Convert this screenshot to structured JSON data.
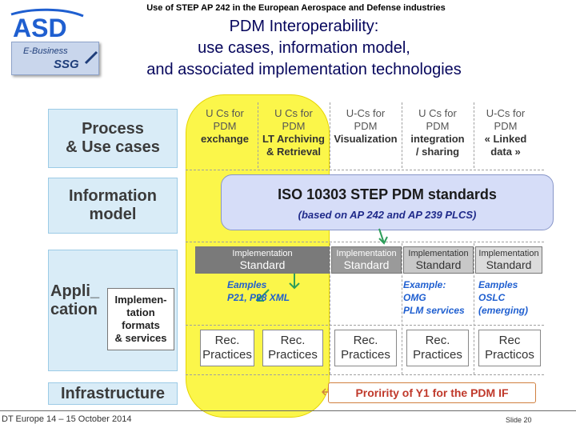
{
  "header": {
    "top_line": "Use of STEP AP 242 in the European Aerospace and Defense industries",
    "title_lines": [
      "PDM Interoperability:",
      "use cases, information model,",
      "and associated implementation technologies"
    ]
  },
  "logo": {
    "asd": "ASD",
    "ebusiness": "E-Business",
    "ssg": "SSG"
  },
  "rows": {
    "process": "Process\n& Use cases",
    "information": "Information\nmodel",
    "application": "Appli_\ncation",
    "infrastructure": "Infrastructure"
  },
  "columns": [
    {
      "line1": "U Cs  for",
      "line2": "PDM",
      "line3": "exchange",
      "line4": ""
    },
    {
      "line1": "U Cs  for",
      "line2": "PDM",
      "line3": "LT Archiving",
      "line4": "& Retrieval"
    },
    {
      "line1": "U-Cs  for",
      "line2": "PDM",
      "line3": "Visualization",
      "line4": ""
    },
    {
      "line1": "U Cs  for",
      "line2": "PDM",
      "line3": "integration",
      "line4": "/ sharing"
    },
    {
      "line1": "U-Cs  for",
      "line2": "PDM",
      "line3": "« Linked",
      "line4": "data »"
    }
  ],
  "iso": {
    "title": "ISO 10303 STEP PDM standards",
    "subtitle": "(based on AP 242 and AP 239 PLCS)"
  },
  "implementation_standards": [
    {
      "line1": "Implementation",
      "line2": "Standard"
    },
    {
      "line1": "Implementation",
      "line2": "Standard"
    },
    {
      "line1": "Implementation",
      "line2": "Standard"
    },
    {
      "line1": "Implementation",
      "line2": "Standard"
    }
  ],
  "formats_box": "Implemen-\ntation\nformats\n& services",
  "examples": [
    {
      "line1": "Eamples",
      "line2": "P21, P28 XML",
      "line3": ""
    },
    {
      "line1": "Example:",
      "line2": "OMG",
      "line3": "PLM services"
    },
    {
      "line1": "Eamples",
      "line2": "OSLC",
      "line3": "(emerging)"
    }
  ],
  "rec_practices": [
    {
      "line1": "Rec.",
      "line2": "Practices"
    },
    {
      "line1": "Rec.",
      "line2": "Practices"
    },
    {
      "line1": "Rec.",
      "line2": "Practices"
    },
    {
      "line1": "Rec.",
      "line2": "Practices"
    },
    {
      "line1": "Rec",
      "line2": "Practicos"
    }
  ],
  "priority": "Proririty of Y1 for the PDM IF",
  "footer": {
    "left": "DT Europe 14 – 15 October 2014",
    "right": "Slide 20"
  },
  "colors": {
    "yellow": "#fbf64a",
    "section_blue": "#d9ecf7",
    "iso_fill": "#d6ddf8",
    "example_blue": "#1f5fd0",
    "priority_red": "#c0392b"
  }
}
